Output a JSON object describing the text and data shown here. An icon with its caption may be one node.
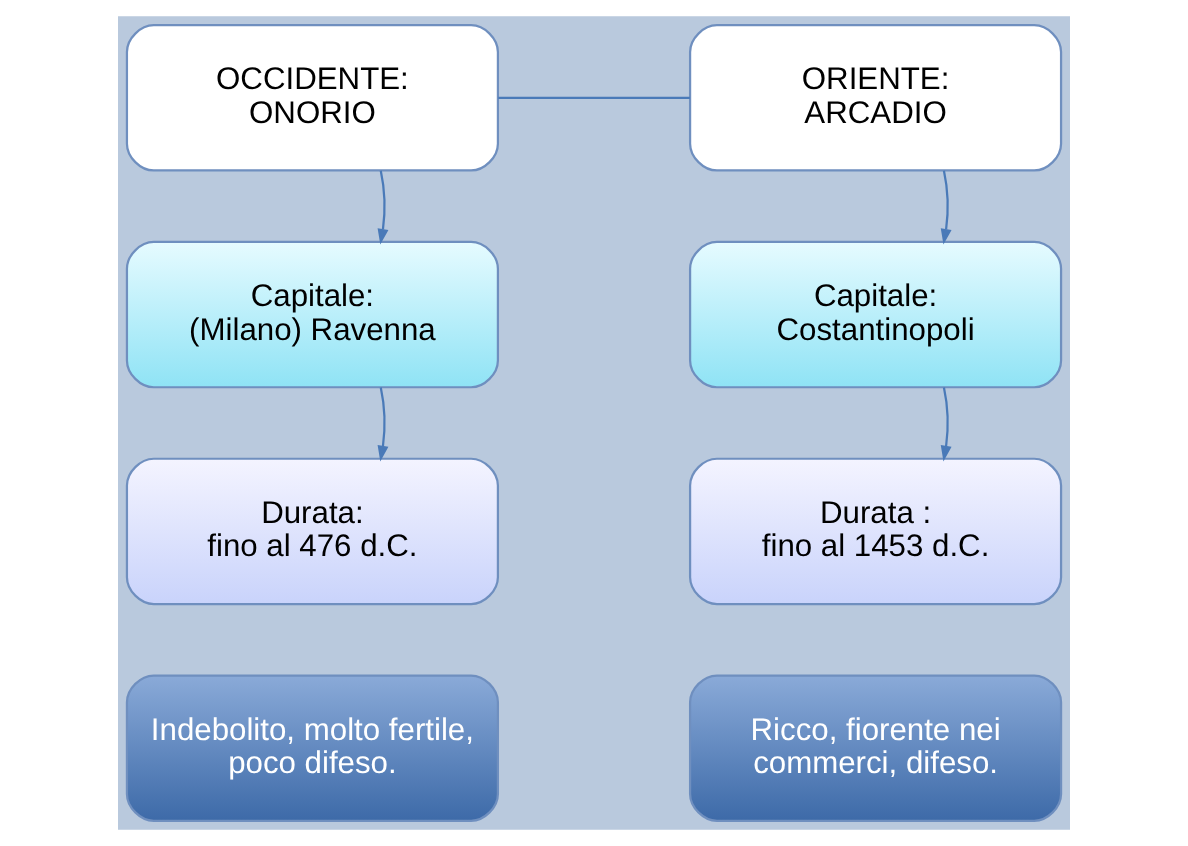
{
  "diagram": {
    "nodes": [
      {
        "text": [
          "OCCIDENTE:",
          "ONORIO"
        ]
      },
      {
        "text": [
          "ORIENTE:",
          "ARCADIO"
        ]
      },
      {
        "text": [
          "Capitale:",
          "(Milano) Ravenna"
        ]
      },
      {
        "text": [
          "Capitale:",
          "Costantinopoli"
        ]
      },
      {
        "text": [
          "Durata:",
          "fino al 476 d.C."
        ]
      },
      {
        "text": [
          "Durata :",
          "fino al 1453 d.C."
        ]
      },
      {
        "text": [
          "Indebolito, molto fertile, poco difeso."
        ]
      },
      {
        "text": [
          "Ricco, fiorente nei commerci, difeso."
        ]
      }
    ],
    "edges": [
      {
        "from": 0,
        "to": 1,
        "arrow": "none"
      },
      {
        "from": 0,
        "to": 2,
        "arrow": "to"
      },
      {
        "from": 2,
        "to": 4,
        "arrow": "to"
      },
      {
        "from": 1,
        "to": 3,
        "arrow": "to"
      },
      {
        "from": 3,
        "to": 5,
        "arrow": "to"
      }
    ]
  }
}
